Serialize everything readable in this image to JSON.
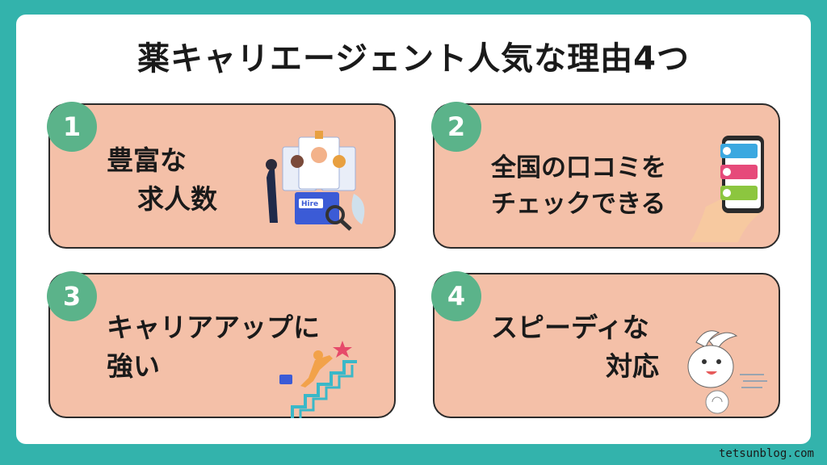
{
  "title": "薬キャリエージェント人気な理由4つ",
  "cards": [
    {
      "number": "1",
      "line1": "豊富な",
      "line2": "求人数"
    },
    {
      "number": "2",
      "line1": "全国の口コミを",
      "line2": "チェックできる"
    },
    {
      "number": "3",
      "line1": "キャリアアップに",
      "line2": "強い"
    },
    {
      "number": "4",
      "line1": "スピーディな",
      "line2": "対応"
    }
  ],
  "illustrations": {
    "hire_tag": "Hire"
  },
  "footer": "tetsunblog.com",
  "colors": {
    "background": "#33b3ac",
    "card": "#f4c0a8",
    "badge": "#5bb38a",
    "panel": "#ffffff"
  }
}
